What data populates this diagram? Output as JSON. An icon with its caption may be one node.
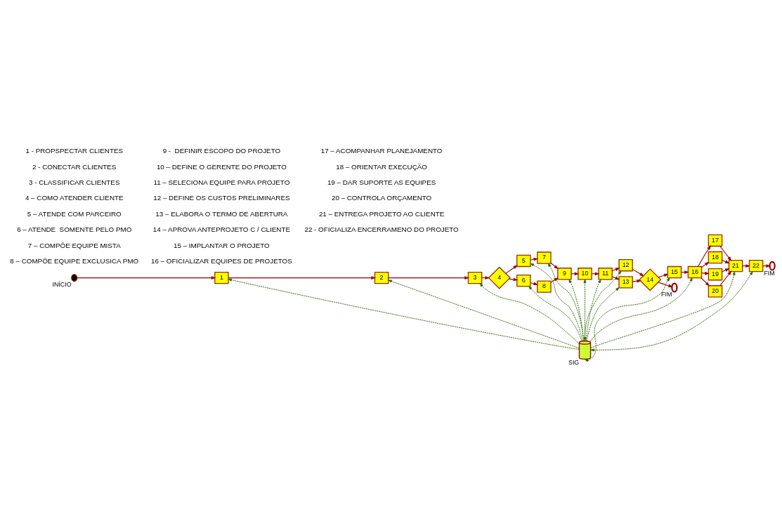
{
  "diagram": {
    "nodes": [
      {
        "text": [],
        "shape": "circle",
        "beside": [
          "INÍCIO"
        ]
      },
      {
        "text": [
          "1"
        ]
      },
      {
        "text": [
          "2"
        ]
      },
      {
        "text": [
          "3"
        ]
      },
      {
        "text": [
          "4"
        ]
      },
      {
        "text": [
          "5"
        ]
      },
      {
        "text": [
          "6"
        ]
      },
      {
        "text": [
          "7"
        ]
      },
      {
        "text": [
          "8"
        ]
      },
      {
        "text": [
          "9"
        ]
      },
      {
        "text": [
          "10"
        ]
      },
      {
        "text": [
          "11"
        ]
      },
      {
        "text": [
          "12"
        ]
      },
      {
        "text": [
          "13"
        ]
      },
      {
        "text": [
          "14"
        ]
      },
      {
        "text": [
          "15"
        ]
      },
      {
        "text": [
          "16"
        ]
      },
      {
        "text": [
          "17"
        ]
      },
      {
        "text": [
          "18"
        ]
      },
      {
        "text": [
          "19"
        ]
      },
      {
        "text": [
          "20"
        ]
      },
      {
        "text": [
          "21"
        ]
      },
      {
        "text": [
          "22"
        ]
      },
      {
        "text": [],
        "shape": "cylinder",
        "beside": [
          "SIG"
        ]
      },
      {
        "text": [],
        "shape": "circle",
        "beside": [
          "FIM"
        ]
      },
      {
        "text": [],
        "shape": "circle",
        "beside": [
          "FIM"
        ]
      }
    ],
    "edges": [
      {
        "from": 0,
        "to": 1,
        "arrow": "to"
      },
      {
        "from": 1,
        "to": 2,
        "arrow": "to"
      },
      {
        "from": 2,
        "to": 3,
        "arrow": "to"
      },
      {
        "from": 3,
        "to": 4,
        "arrow": "to"
      },
      {
        "from": 4,
        "to": 5,
        "arrow": "to"
      },
      {
        "from": 4,
        "to": 6,
        "arrow": "to"
      },
      {
        "from": 5,
        "to": 7,
        "arrow": "to"
      },
      {
        "from": 6,
        "to": 8,
        "arrow": "to"
      },
      {
        "from": 7,
        "to": 9,
        "arrow": "to"
      },
      {
        "from": 8,
        "to": 9,
        "arrow": "to"
      },
      {
        "from": 9,
        "to": 10,
        "arrow": "to"
      },
      {
        "from": 10,
        "to": 11,
        "arrow": "to"
      },
      {
        "from": 11,
        "to": 12,
        "arrow": "to"
      },
      {
        "from": 11,
        "to": 13,
        "arrow": "to"
      },
      {
        "from": 12,
        "to": 14,
        "arrow": "to"
      },
      {
        "from": 13,
        "to": 14,
        "arrow": "to"
      },
      {
        "from": 14,
        "to": 24,
        "arrow": "to"
      },
      {
        "from": 14,
        "to": 15,
        "arrow": "to"
      },
      {
        "from": 15,
        "to": 16,
        "arrow": "to"
      },
      {
        "from": 16,
        "to": 17,
        "arrow": "to"
      },
      {
        "from": 16,
        "to": 18,
        "arrow": "to"
      },
      {
        "from": 16,
        "to": 19,
        "arrow": "to"
      },
      {
        "from": 16,
        "to": 20,
        "arrow": "to"
      },
      {
        "from": 17,
        "to": 21,
        "arrow": "to"
      },
      {
        "from": 18,
        "to": 21,
        "arrow": "to"
      },
      {
        "from": 19,
        "to": 21,
        "arrow": "to"
      },
      {
        "from": 20,
        "to": 21,
        "arrow": "to"
      },
      {
        "from": 21,
        "to": 22,
        "arrow": "to"
      },
      {
        "from": 22,
        "to": 25,
        "arrow": "to"
      },
      {
        "from": 23,
        "to": 1,
        "arrow": "to",
        "style": "dashed",
        "color": "#336600"
      },
      {
        "from": 23,
        "to": 2,
        "arrow": "to",
        "style": "dashed",
        "color": "#336600"
      },
      {
        "from": 23,
        "to": 3,
        "arrow": "to",
        "style": "dashed",
        "color": "#336600"
      },
      {
        "from": 23,
        "to": 6,
        "arrow": "to",
        "style": "dashed",
        "color": "#336600"
      },
      {
        "from": 23,
        "to": 5,
        "arrow": "to",
        "style": "dashed",
        "color": "#336600"
      },
      {
        "from": 23,
        "to": 7,
        "arrow": "to",
        "style": "dashed",
        "color": "#336600"
      },
      {
        "from": 23,
        "to": 9,
        "arrow": "to",
        "style": "dashed",
        "color": "#336600"
      },
      {
        "from": 23,
        "to": 10,
        "arrow": "to",
        "style": "dashed",
        "color": "#336600"
      },
      {
        "from": 23,
        "to": 11,
        "arrow": "to",
        "style": "dashed",
        "color": "#336600"
      },
      {
        "from": 23,
        "to": 12,
        "arrow": "both",
        "style": "dashed",
        "color": "#336600"
      },
      {
        "from": 23,
        "to": 22,
        "arrow": "both",
        "style": "dashed",
        "color": "#336600"
      },
      {
        "from": 23,
        "to": 13,
        "arrow": "to",
        "style": "dashed",
        "color": "#336600"
      },
      {
        "from": 23,
        "to": 21,
        "arrow": "to",
        "style": "dashed",
        "color": "#336600"
      },
      {
        "from": 23,
        "to": 15,
        "arrow": "both",
        "style": "dashed",
        "color": "#336600"
      },
      {
        "from": 23,
        "to": 16,
        "arrow": "to",
        "style": "dashed",
        "color": "#336600"
      }
    ],
    "labels": [
      "1 - PROPSPECTAR CLIENTES",
      "2 - CONECTAR CLIENTES",
      "3 - CLASSIFICAR CLIENTES",
      "4 – COMO ATENDER CLIENTE",
      "5 – ATENDE COM PARCEIRO",
      "6 – ATENDE  SOMENTE PELO PMO",
      "7 – COMPÕE EQUIPE MISTA",
      "8 – COMPÕE EQUIPE EXCLUSICA PMO",
      "9 -  DEFINIR ESCOPO DO PROJETO",
      "10 – DEFINE O GERENTE DO PROJETO",
      "11 – SELECIONA EQUIPE PARA PROJETO",
      "12 – DEFINE OS CUSTOS PRELIMINARES",
      "13 – ELABORA O TERMO DE ABERTURA",
      "14 – APROVA ANTEPROJETO C / CLIENTE",
      "15 – IMPLANTAR O PROJETO",
      "16 – OFICIALIZAR EQUIPES DE PROJETOS",
      "17 – ACOMPANHAR PLANEJAMENTO",
      "18 – ORIENTAR EXECUÇÃO",
      "19 – DAR SUPORTE AS EQUIPES",
      "20 – CONTROLA ORÇAMENTO",
      "21 – ENTREGA PROJETO AO CLIENTE",
      "22 - OFICIALIZA ENCERRAMENO DO PROJETO"
    ]
  }
}
